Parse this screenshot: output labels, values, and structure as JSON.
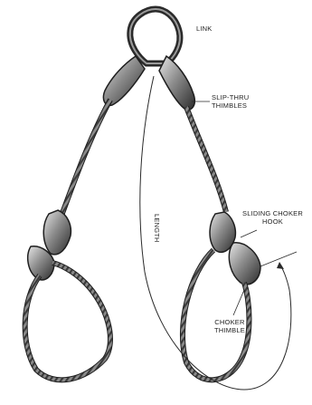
{
  "labels": {
    "link": "LINK",
    "slip_thru_line1": "SLIP-THRU",
    "slip_thru_line2": "THIMBLES",
    "sliding_line1": "SLIDING CHOKER",
    "sliding_line2": "HOOK",
    "choker_line1": "CHOKER",
    "choker_line2": "THIMBLE",
    "length": "LENGTH"
  }
}
